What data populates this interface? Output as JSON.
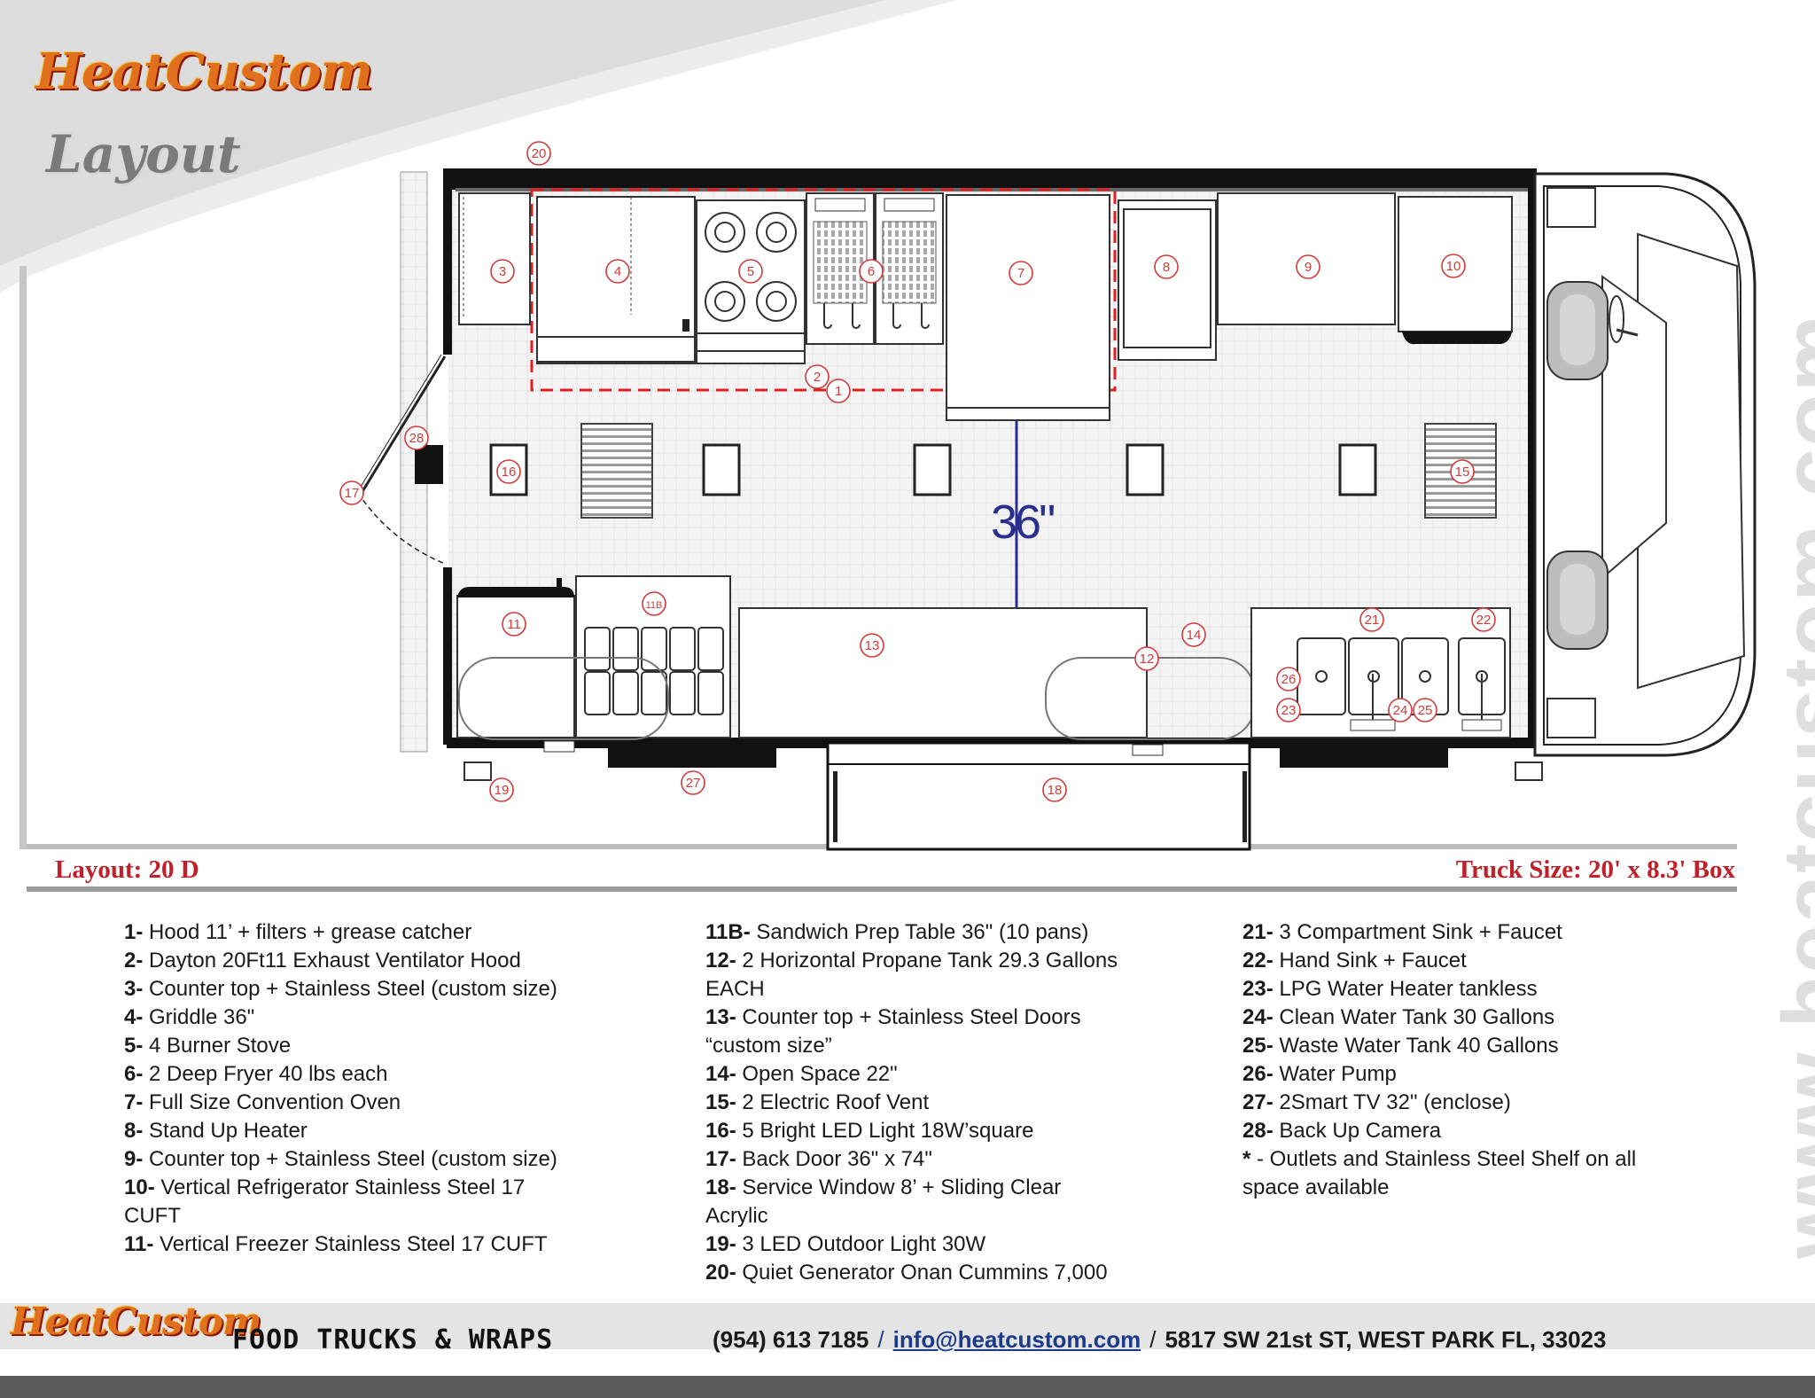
{
  "brand": {
    "name": "HeatCustom",
    "page_label": "Layout",
    "website": "www.heatcustom.com"
  },
  "plan": {
    "dimension_label": "36\"",
    "callouts": [
      "1",
      "2",
      "3",
      "4",
      "5",
      "6",
      "7",
      "8",
      "9",
      "10",
      "11",
      "11B",
      "12",
      "13",
      "14",
      "15",
      "16",
      "17",
      "18",
      "19",
      "20",
      "21",
      "22",
      "23",
      "24",
      "25",
      "26",
      "27",
      "28"
    ]
  },
  "labels": {
    "layout": "Layout: 20 D",
    "truck_size": "Truck Size: 20' x 8.3' Box"
  },
  "legend": {
    "col1": [
      {
        "num": "1-",
        "text": " Hood 11’ + filters + grease catcher"
      },
      {
        "num": "2-",
        "text": " Dayton 20Ft11 Exhaust Ventilator Hood"
      },
      {
        "num": "3-",
        "text": " Counter top + Stainless Steel (custom size)"
      },
      {
        "num": "4-",
        "text": " Griddle 36\""
      },
      {
        "num": "5-",
        "text": " 4 Burner Stove"
      },
      {
        "num": "6-",
        "text": " 2 Deep Fryer 40 lbs each"
      },
      {
        "num": "7-",
        "text": " Full Size Convention Oven"
      },
      {
        "num": "8-",
        "text": " Stand Up Heater"
      },
      {
        "num": "9-",
        "text": " Counter top + Stainless Steel (custom size)"
      },
      {
        "num": "10-",
        "text": " Vertical Refrigerator Stainless Steel 17 CUFT"
      },
      {
        "num": "11-",
        "text": " Vertical Freezer Stainless Steel 17 CUFT"
      }
    ],
    "col2": [
      {
        "num": "11B-",
        "text": " Sandwich Prep Table 36\" (10 pans)"
      },
      {
        "num": "12-",
        "text": " 2 Horizontal Propane Tank 29.3 Gallons EACH"
      },
      {
        "num": "13-",
        "text": " Counter top + Stainless Steel Doors “custom size”"
      },
      {
        "num": "14-",
        "text": " Open Space 22\""
      },
      {
        "num": "15-",
        "text": " 2 Electric Roof Vent"
      },
      {
        "num": "16-",
        "text": " 5 Bright LED Light 18W’square"
      },
      {
        "num": "17-",
        "text": " Back Door 36\" x 74\""
      },
      {
        "num": "18-",
        "text": " Service Window 8’ + Sliding Clear Acrylic"
      },
      {
        "num": "19-",
        "text": " 3 LED Outdoor Light 30W"
      },
      {
        "num": "20-",
        "text": " Quiet Generator Onan Cummins 7,000"
      }
    ],
    "col3": [
      {
        "num": "21-",
        "text": " 3 Compartment Sink + Faucet"
      },
      {
        "num": "22-",
        "text": " Hand Sink + Faucet"
      },
      {
        "num": "23-",
        "text": " LPG Water Heater tankless"
      },
      {
        "num": "24-",
        "text": " Clean Water Tank 30 Gallons"
      },
      {
        "num": "25-",
        "text": " Waste Water Tank 40 Gallons"
      },
      {
        "num": "26-",
        "text": " Water Pump"
      },
      {
        "num": "27-",
        "text": " 2Smart TV 32\" (enclose)"
      },
      {
        "num": "28-",
        "text": " Back Up Camera"
      },
      {
        "num": "*",
        "text": " - Outlets and Stainless Steel Shelf on all space available"
      }
    ]
  },
  "footer": {
    "tagline": "FOOD TRUCKS & WRAPS",
    "phone": "(954) 613 7185",
    "sep": "/",
    "email": "info@heatcustom.com",
    "address": "5817 SW 21st ST, WEST PARK FL, 33023"
  },
  "colors": {
    "brand_red": "#c0202a",
    "callout_red": "#d23a3a",
    "dim_blue": "#2a2f8f",
    "hood_dash": "#e02020"
  }
}
